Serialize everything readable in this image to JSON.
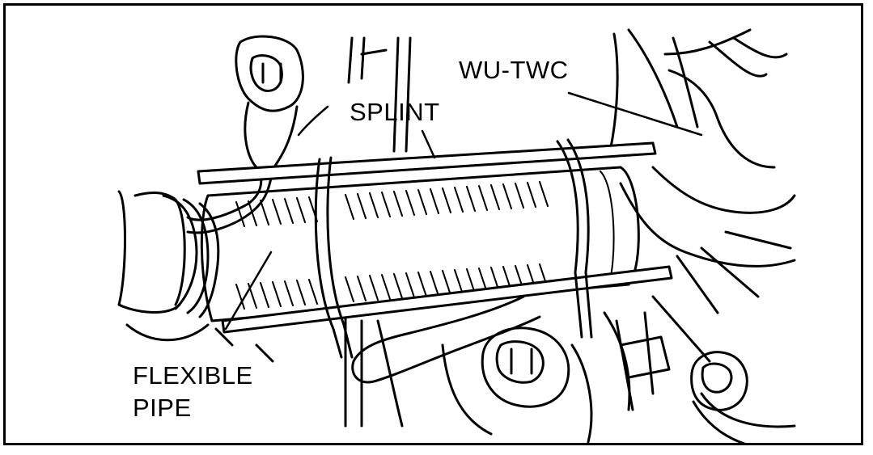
{
  "diagram": {
    "labels": {
      "splint": "SPLINT",
      "wu_twc": "WU-TWC",
      "flexible_line1": "FLEXIBLE",
      "flexible_line2": "PIPE"
    },
    "colors": {
      "ink": "#000000",
      "paper": "#ffffff"
    }
  }
}
